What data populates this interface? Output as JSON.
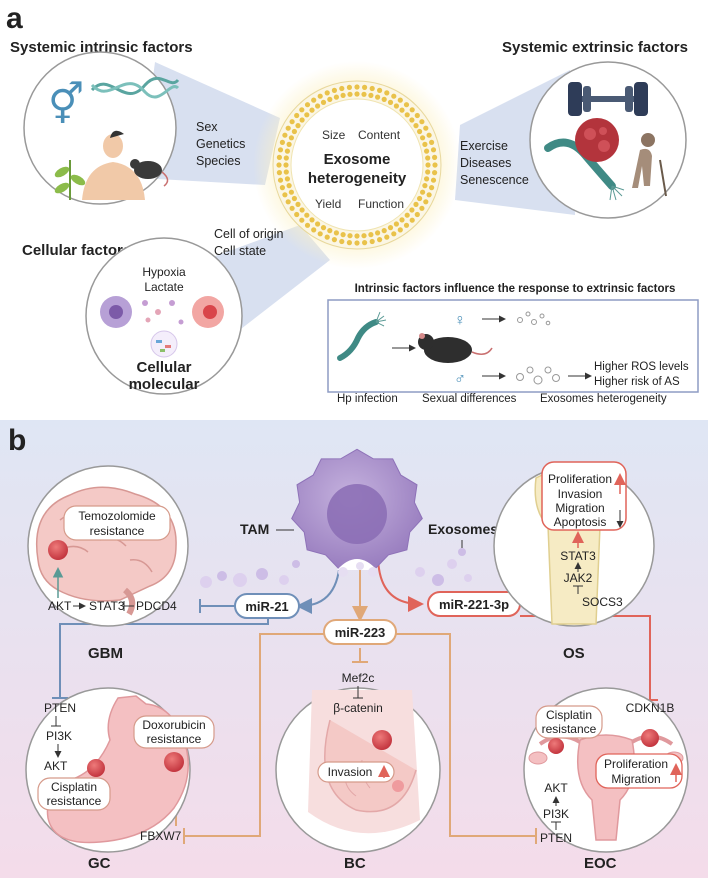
{
  "panel_a": {
    "letter": "a",
    "systemic_intrinsic": {
      "title": "Systemic intrinsic factors",
      "items": [
        "Sex",
        "Genetics",
        "Species"
      ]
    },
    "systemic_extrinsic": {
      "title": "Systemic extrinsic factors",
      "items": [
        "Exercise",
        "Diseases",
        "Senescence"
      ]
    },
    "center": {
      "line1": "Exosome",
      "line2": "heterogeneity",
      "size": "Size",
      "content": "Content",
      "yield": "Yield",
      "function": "Function"
    },
    "cellular": {
      "title": "Cellular factors",
      "items": [
        "Cell of origin",
        "Cell state"
      ],
      "inner": [
        "Hypoxia",
        "Lactate"
      ],
      "molecular1": "Cellular",
      "molecular2": "molecular"
    },
    "inset": {
      "title": "Intrinsic factors influence the response to extrinsic factors",
      "outcome1": "Higher ROS levels",
      "outcome2": "Higher risk of AS",
      "label_hp": "Hp infection",
      "label_sex": "Sexual differences",
      "label_exo": "Exosomes heterogeneity",
      "female": "♀",
      "male": "♂"
    }
  },
  "panel_b": {
    "letter": "b",
    "tam": "TAM",
    "exosomes": "Exosomes",
    "mir21": "miR-21",
    "mir223": "miR-223",
    "mir221": "miR-221-3p",
    "gbm": {
      "label": "GBM",
      "resistance1": "Temozolomide",
      "resistance2": "resistance",
      "pathway": [
        "AKT",
        "STAT3",
        "PDCD4"
      ]
    },
    "os": {
      "label": "OS",
      "effects": [
        "Proliferation",
        "Invasion",
        "Migration",
        "Apoptosis"
      ],
      "pathway": [
        "STAT3",
        "JAK2",
        "SOCS3"
      ]
    },
    "gc": {
      "label": "GC",
      "pathway": [
        "PTEN",
        "PI3K",
        "AKT"
      ],
      "cis1": "Cisplatin",
      "cis2": "resistance",
      "dox1": "Doxorubicin",
      "dox2": "resistance",
      "fbxw7": "FBXW7"
    },
    "bc": {
      "label": "BC",
      "pathway": [
        "Mef2c",
        "β-catenin"
      ],
      "invasion": "Invasion"
    },
    "eoc": {
      "label": "EOC",
      "cdkn1b": "CDKN1B",
      "cis1": "Cisplatin",
      "cis2": "resistance",
      "pathway": [
        "AKT",
        "PI3K",
        "PTEN"
      ],
      "effect1": "Proliferation",
      "effect2": "Migration"
    }
  },
  "colors": {
    "blue_link": "#6f8fb8",
    "orange_link": "#e0a878",
    "red_link": "#e0645a",
    "tam_purple": "#a990c8",
    "tumor_red": "#d9454a"
  }
}
